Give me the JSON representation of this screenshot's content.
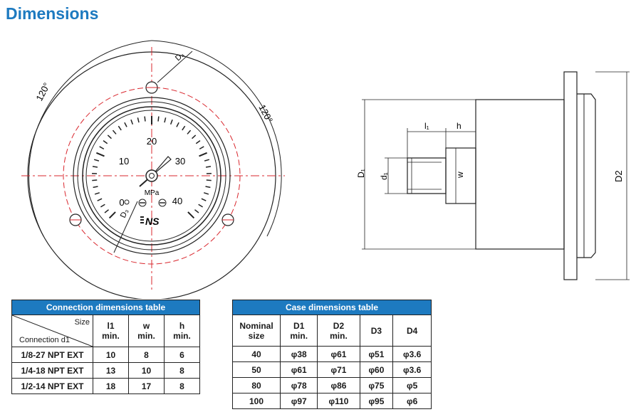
{
  "title": "Dimensions",
  "front_view": {
    "angle_left": "120°",
    "angle_right": "120°",
    "d4_label": "D₄",
    "d3_label": "D₃",
    "unit": "MPa",
    "brand": "NS",
    "scale_labels": [
      "0",
      "10",
      "20",
      "30",
      "40"
    ]
  },
  "side_view": {
    "l1_label": "l₁",
    "h_label": "h",
    "d1_label": "D₁",
    "small_d1_label": "d₁",
    "w_label": "w",
    "d2_label": "D2"
  },
  "connection_table": {
    "caption": "Connection dimensions table",
    "size_label": "Size",
    "connection_label": "Connection d1",
    "headers": [
      [
        "l1",
        "min."
      ],
      [
        "w",
        "min."
      ],
      [
        "h",
        "min."
      ]
    ],
    "rows": [
      [
        "1/8-27 NPT EXT",
        "10",
        "8",
        "6"
      ],
      [
        "1/4-18 NPT EXT",
        "13",
        "10",
        "8"
      ],
      [
        "1/2-14 NPT EXT",
        "18",
        "17",
        "8"
      ]
    ]
  },
  "case_table": {
    "caption": "Case dimensions table",
    "headers": [
      [
        "Nominal",
        "size"
      ],
      [
        "D1",
        "min."
      ],
      [
        "D2",
        "min."
      ],
      [
        "D3",
        ""
      ],
      [
        "D4",
        ""
      ]
    ],
    "rows": [
      [
        "40",
        "φ38",
        "φ61",
        "φ51",
        "φ3.6"
      ],
      [
        "50",
        "φ61",
        "φ71",
        "φ60",
        "φ3.6"
      ],
      [
        "80",
        "φ78",
        "φ86",
        "φ75",
        "φ5"
      ],
      [
        "100",
        "φ97",
        "φ110",
        "φ95",
        "φ6"
      ]
    ]
  }
}
